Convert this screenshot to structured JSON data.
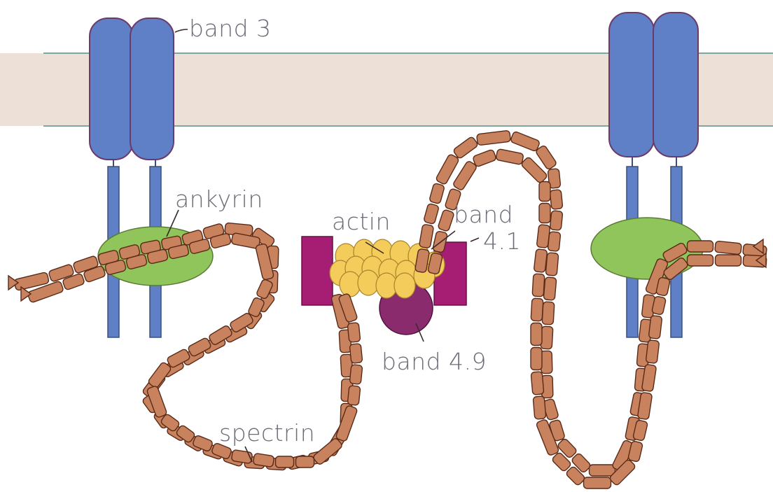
{
  "labels": {
    "band3": "band 3",
    "ankyrin": "ankyrin",
    "actin": "actin",
    "band41_line1": "band",
    "band41_line2": "4.1",
    "band49": "band 4.9",
    "spectrin": "spectrin"
  },
  "colors": {
    "background": "#ffffff",
    "membrane": "#ede1d7",
    "membrane_edge": "#7fa6a0",
    "band3": "#5f80c6",
    "band3_edge": "#6a3a6a",
    "ankyrin": "#8fc55a",
    "spectrin": "#c8835e",
    "spectrin_edge": "#5a2a18",
    "actin": "#f3cc5c",
    "band41": "#a61e73",
    "band49": "#8a2b6e",
    "label_text": "#6c6c78"
  },
  "icons": [
    "band3-protein-icon",
    "ankyrin-icon",
    "spectrin-filament-icon",
    "actin-cluster-icon",
    "band41-icon",
    "band49-icon"
  ]
}
